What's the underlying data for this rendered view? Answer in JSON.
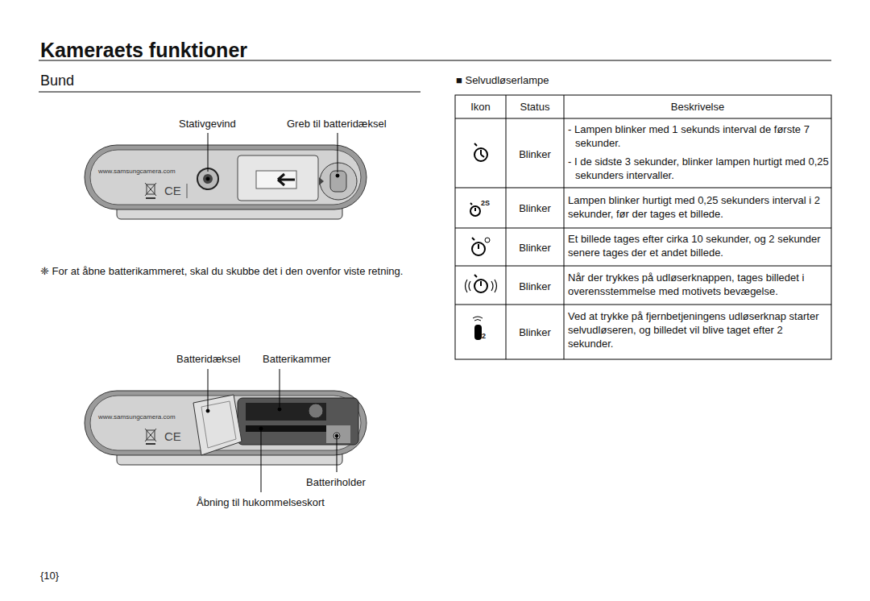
{
  "diagram": {
    "title": "Kameraets funktioner",
    "labels": [
      "Bund",
      "Stativgevind",
      "Greb til batteridæksel",
      "www.samsungcamera.com",
      "CE",
      "❈ For at åbne batterikammeret, skal du skubbe det i den ovenfor viste retning.",
      "Batteridæksel",
      "Batterikammer",
      "www.samsungcamera.com",
      "CE",
      "Batteriholder",
      "Åbning til hukommelseskort",
      "{10}",
      "■ Selvudløserlampe",
      "Ikon",
      "Status",
      "Beskrivelse",
      "Blinker",
      "- Lampen blinker med 1 sekunds interval de første 7 sekunder.",
      "- I de sidste 3 sekunder, blinker lampen hurtigt med 0,25 sekunders intervaller.",
      "2S",
      "Blinker",
      "Lampen blinker hurtigt med 0,25 sekunders interval i 2 sekunder, før der tages et billede.",
      "Blinker",
      "Et billede tages efter cirka 10 sekunder, og 2 sekunder senere tages der et andet billede.",
      "Blinker",
      "Når der trykkes på udløserknappen, tages billedet i overensstemmelse med motivets bevægelse.",
      "2",
      "Blinker",
      "Ved at trykke på fjernbetjeningens udløserknap starter selvudløseren, og billedet vil blive taget efter 2 sekunder."
    ]
  }
}
